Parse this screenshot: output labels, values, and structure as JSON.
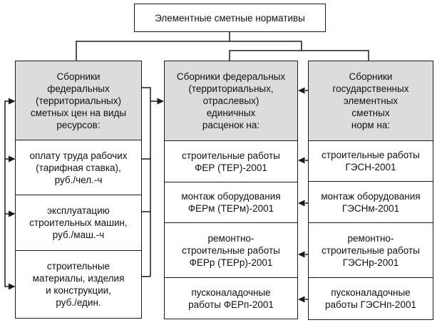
{
  "diagram": {
    "title": "Элементные сметные нормативы",
    "columns": [
      {
        "id": "resource-price-collections",
        "header": "Сборники\nфедеральных\n(территориальных)\nсметных цен на виды\nресурсов:",
        "items": [
          "оплату труда рабочих\n(тарифная ставка),\nруб./чел.-ч",
          "эксплуатацию\nстроительных машин,\nруб./маш.-ч",
          "строительные\nматериалы, изделия\nи конструкции,\nруб./един."
        ]
      },
      {
        "id": "unit-rate-collections",
        "header": "Сборники федеральных\n(территориальных,\nотраслевых)\nединичных\nрасценок на:",
        "items": [
          "строительные работы\nФЕР (ТЕР)-2001",
          "монтаж оборудования\nФЕРм (ТЕРм)-2001",
          "ремонтно-\nстроительные работы\nФЕРр (ТЕРр)-2001",
          "пусконаладочные\nработы ФЕРп-2001"
        ]
      },
      {
        "id": "elemental-norm-collections",
        "header": "Сборники\nгосударственных\nэлементных\nсметных\nнорм на:",
        "items": [
          "строительные работы\nГЭСН-2001",
          "монтаж оборудования\nГЭСНм-2001",
          "ремонтно-\nстроительные работы\nГЭСНр-2001",
          "пусконаладочные\nработы ГЭСНп-2001"
        ]
      }
    ],
    "colors": {
      "header_fill": "#dcdcdc",
      "box_fill": "#ffffff",
      "line": "#1a1a1a"
    }
  }
}
